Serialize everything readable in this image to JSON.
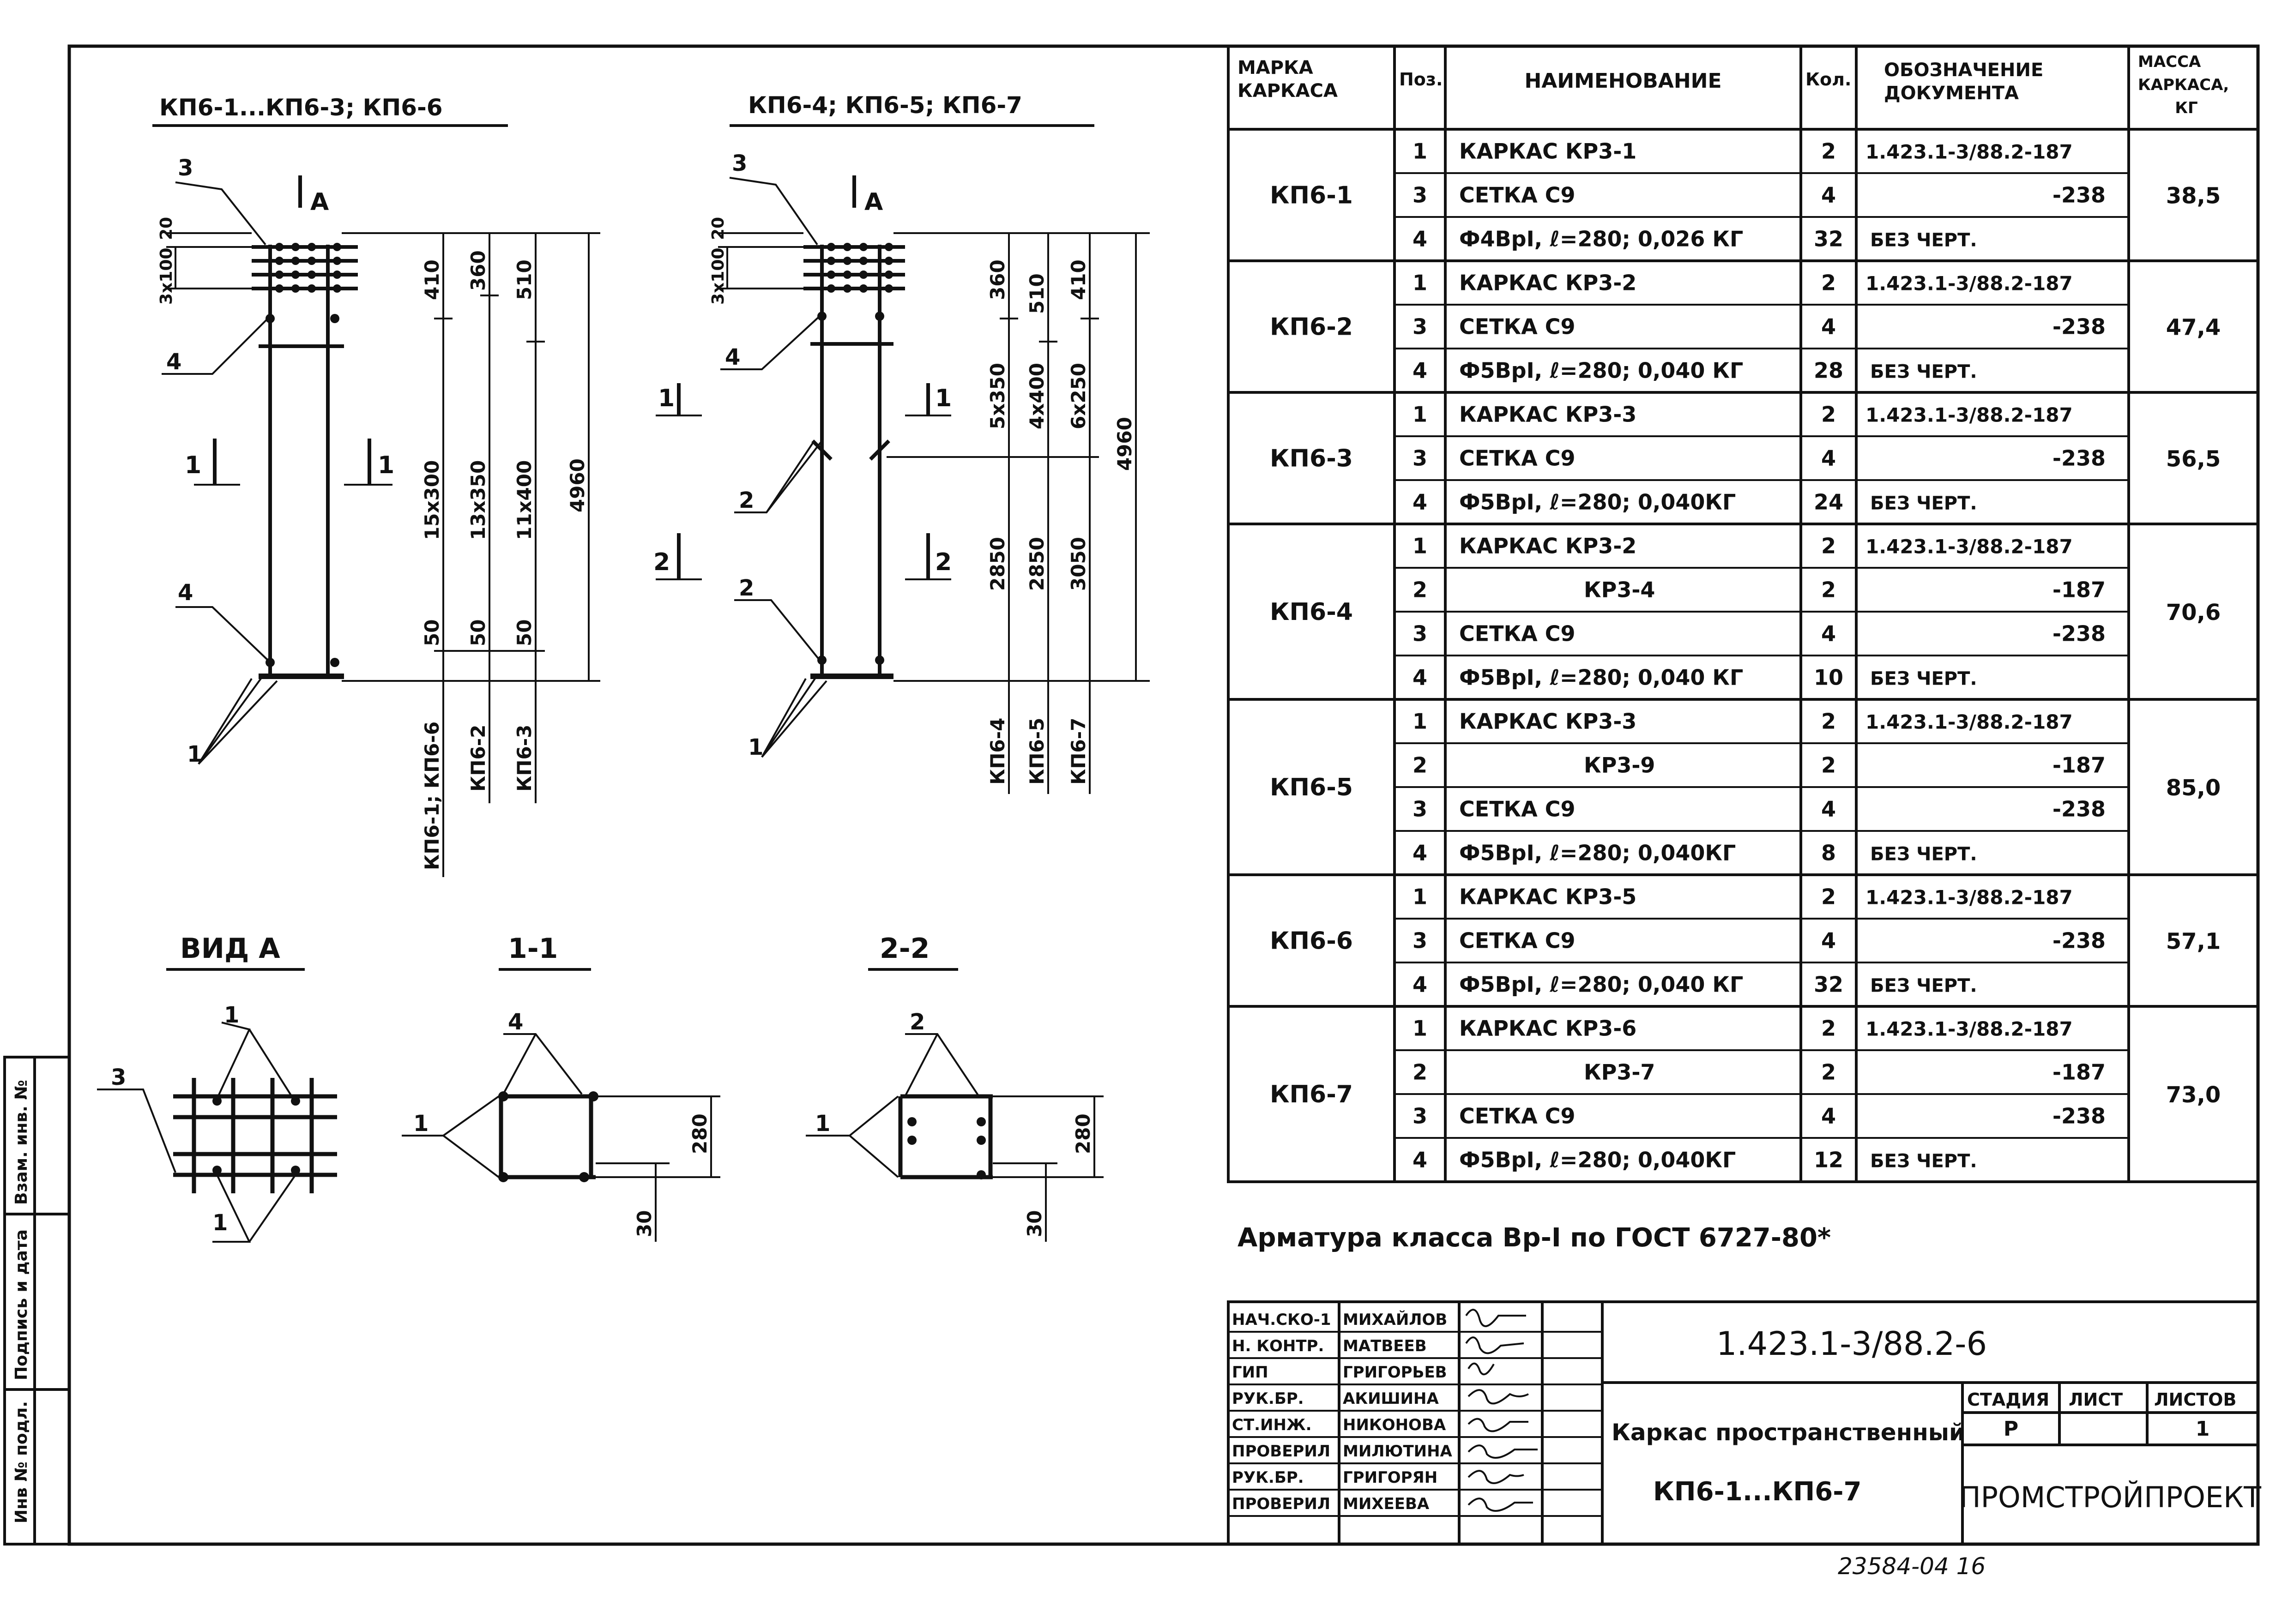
{
  "drawing": {
    "left_title": "КП6-1...КП6-3; КП6-6",
    "right_title": "КП6-4; КП6-5; КП6-7",
    "view_a": "ВИД А",
    "sec_11": "1-1",
    "sec_22": "2-2",
    "marker_a": "А",
    "left_dims": {
      "d3x100": "3х100",
      "d20": "20",
      "c1": [
        "410",
        "15х300",
        "50"
      ],
      "c2": [
        "360",
        "13х350",
        "50"
      ],
      "c3": [
        "510",
        "11х400",
        "50"
      ],
      "c4": "4960",
      "c_labels": [
        "КП6-1; КП6-6",
        "КП6-2",
        "КП6-3"
      ]
    },
    "right_dims": {
      "d3x100": "3х100",
      "d20": "20",
      "c1": [
        "360",
        "5х350",
        "2850"
      ],
      "c2": [
        "510",
        "4х400",
        "2850"
      ],
      "c3": [
        "410",
        "6х250",
        "3050"
      ],
      "c4": "4960",
      "c_labels": [
        "КП6-4",
        "КП6-5",
        "КП6-7"
      ]
    },
    "leaders": {
      "n1": "1",
      "n2": "2",
      "n3": "3",
      "n4": "4",
      "sec1": "1",
      "sec2": "2"
    },
    "sec_dims": {
      "h280": "280",
      "h30": "30"
    }
  },
  "table": {
    "headers": {
      "mark": [
        "МАРКА",
        "КАРКАСА"
      ],
      "pos": "Поз.",
      "name": "НАИМЕНОВАНИЕ",
      "qty": "Кол.",
      "doc": [
        "ОБОЗНАЧЕНИЕ",
        "ДОКУМЕНТА"
      ],
      "mass": [
        "МАССА",
        "КАРКАСА,",
        "КГ"
      ]
    },
    "groups": [
      {
        "mark": "КП6-1",
        "mass": "38,5",
        "rows": [
          {
            "pos": "1",
            "name": "КАРКАС КР3-1",
            "qty": "2",
            "doc": "1.423.1-3/88.2-187"
          },
          {
            "pos": "3",
            "name": "СЕТКА С9",
            "qty": "4",
            "doc": "-238"
          },
          {
            "pos": "4",
            "name": "Ф4ВрI, ℓ=280; 0,026 КГ",
            "qty": "32",
            "doc": "БЕЗ ЧЕРТ."
          }
        ]
      },
      {
        "mark": "КП6-2",
        "mass": "47,4",
        "rows": [
          {
            "pos": "1",
            "name": "КАРКАС КР3-2",
            "qty": "2",
            "doc": "1.423.1-3/88.2-187"
          },
          {
            "pos": "3",
            "name": "СЕТКА С9",
            "qty": "4",
            "doc": "-238"
          },
          {
            "pos": "4",
            "name": "Ф5ВрI, ℓ=280; 0,040 КГ",
            "qty": "28",
            "doc": "БЕЗ ЧЕРТ."
          }
        ]
      },
      {
        "mark": "КП6-3",
        "mass": "56,5",
        "rows": [
          {
            "pos": "1",
            "name": "КАРКАС КР3-3",
            "qty": "2",
            "doc": "1.423.1-3/88.2-187"
          },
          {
            "pos": "3",
            "name": "СЕТКА С9",
            "qty": "4",
            "doc": "-238"
          },
          {
            "pos": "4",
            "name": "Ф5ВрI, ℓ=280; 0,040КГ",
            "qty": "24",
            "doc": "БЕЗ ЧЕРТ."
          }
        ]
      },
      {
        "mark": "КП6-4",
        "mass": "70,6",
        "rows": [
          {
            "pos": "1",
            "name": "КАРКАС КР3-2",
            "qty": "2",
            "doc": "1.423.1-3/88.2-187"
          },
          {
            "pos": "2",
            "name": "КР3-4",
            "qty": "2",
            "doc": "-187"
          },
          {
            "pos": "3",
            "name": "СЕТКА С9",
            "qty": "4",
            "doc": "-238"
          },
          {
            "pos": "4",
            "name": "Ф5ВрI, ℓ=280; 0,040 КГ",
            "qty": "10",
            "doc": "БЕЗ ЧЕРТ."
          }
        ]
      },
      {
        "mark": "КП6-5",
        "mass": "85,0",
        "rows": [
          {
            "pos": "1",
            "name": "КАРКАС КР3-3",
            "qty": "2",
            "doc": "1.423.1-3/88.2-187"
          },
          {
            "pos": "2",
            "name": "КР3-9",
            "qty": "2",
            "doc": "-187"
          },
          {
            "pos": "3",
            "name": "СЕТКА С9",
            "qty": "4",
            "doc": "-238"
          },
          {
            "pos": "4",
            "name": "Ф5ВрI, ℓ=280; 0,040КГ",
            "qty": "8",
            "doc": "БЕЗ ЧЕРТ."
          }
        ]
      },
      {
        "mark": "КП6-6",
        "mass": "57,1",
        "rows": [
          {
            "pos": "1",
            "name": "КАРКАС КР3-5",
            "qty": "2",
            "doc": "1.423.1-3/88.2-187"
          },
          {
            "pos": "3",
            "name": "СЕТКА С9",
            "qty": "4",
            "doc": "-238"
          },
          {
            "pos": "4",
            "name": "Ф5ВрI, ℓ=280; 0,040 КГ",
            "qty": "32",
            "doc": "БЕЗ ЧЕРТ."
          }
        ]
      },
      {
        "mark": "КП6-7",
        "mass": "73,0",
        "rows": [
          {
            "pos": "1",
            "name": "КАРКАС КР3-6",
            "qty": "2",
            "doc": "1.423.1-3/88.2-187"
          },
          {
            "pos": "2",
            "name": "КР3-7",
            "qty": "2",
            "doc": "-187"
          },
          {
            "pos": "3",
            "name": "СЕТКА С9",
            "qty": "4",
            "doc": "-238"
          },
          {
            "pos": "4",
            "name": "Ф5ВрI, ℓ=280; 0,040КГ",
            "qty": "12",
            "doc": "БЕЗ ЧЕРТ."
          }
        ]
      }
    ]
  },
  "note": "Арматура класса Вр-I по ГОСТ 6727-80*",
  "title_block": {
    "people": [
      {
        "role": "НАЧ.СКО-1",
        "name": "МИХАЙЛОВ"
      },
      {
        "role": "Н. КОНТР.",
        "name": "МАТВЕЕВ"
      },
      {
        "role": "ГИП",
        "name": "ГРИГОРЬЕВ"
      },
      {
        "role": "РУК.БР.",
        "name": "АКИШИНА"
      },
      {
        "role": "СТ.ИНЖ.",
        "name": "НИКОНОВА"
      },
      {
        "role": "ПРОВЕРИЛ",
        "name": "МИЛЮТИНА"
      },
      {
        "role": "РУК.БР.",
        "name": "ГРИГОРЯН"
      },
      {
        "role": "ПРОВЕРИЛ",
        "name": "МИХЕЕВА"
      }
    ],
    "doc_code": "1.423.1-3/88.2-6",
    "title_line1": "Каркас пространственный",
    "title_line2": "КП6-1...КП6-7",
    "stage_label": "СТАДИЯ",
    "sheet_label": "ЛИСТ",
    "sheets_label": "ЛИСТОВ",
    "stage": "Р",
    "sheet": "",
    "sheets": "1",
    "org": "ПРОМСТРОЙПРОЕКТ"
  },
  "side_stamp": {
    "inv_orig": "Инв № подл.",
    "sign_date": "Подпись и дата",
    "vzam": "Взам. инв. №"
  },
  "bottom_code": "23584-04 16"
}
